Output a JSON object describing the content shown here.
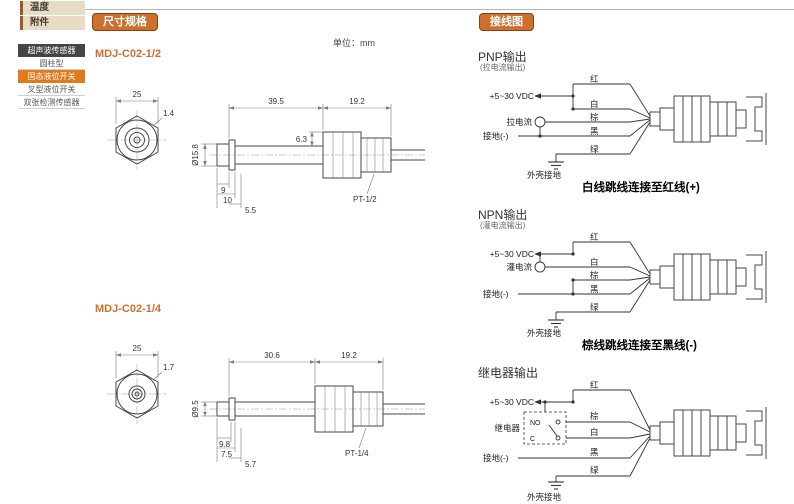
{
  "page": {
    "accent_orange": "#cf6f2d",
    "sidebar_active_orange": "#e07a1f",
    "tab_bg": "#e8dcc6"
  },
  "sidebar": {
    "tabs": [
      {
        "label": "温度"
      },
      {
        "label": "附件"
      }
    ],
    "items": [
      {
        "label": "超声波传感器"
      },
      {
        "label": "圆柱型"
      },
      {
        "label": "固态液位开关"
      },
      {
        "label": "叉型液位开关"
      },
      {
        "label": "双张检测传感器"
      }
    ]
  },
  "dims": {
    "badge": "尺寸规格",
    "unit": "单位：mm",
    "model1": {
      "title": "MDJ-C02-1/2",
      "d_width": "25",
      "d_lip": "1.4",
      "d_dia": "Ø15.8",
      "d_len1": "39.5",
      "d_h": "6.3",
      "d_len2": "19.2",
      "d_a": "9",
      "d_b": "10",
      "d_c": "5.5",
      "thread": "PT-1/2"
    },
    "model2": {
      "title": "MDJ-C02-1/4",
      "d_width": "25",
      "d_lip": "1.7",
      "d_dia": "Ø9.5",
      "d_len1": "30.6",
      "d_len2": "19.2",
      "d_a": "9.8",
      "d_b": "7.5",
      "d_c": "5.7",
      "thread": "PT-1/4"
    }
  },
  "wiring": {
    "badge": "接线图",
    "pnp": {
      "title": "PNP输出",
      "subtitle": "(拉电流输出)",
      "supply": "+5~30 VDC",
      "wire_red": "红",
      "wire_white": "白",
      "wire_brown": "棕",
      "wire_black": "黑",
      "wire_green": "绿",
      "current": "拉电流",
      "ground": "接地(-)",
      "shell": "外壳接地",
      "note": "白线跳线连接至红线(+)"
    },
    "npn": {
      "title": "NPN输出",
      "subtitle": "(灌电流输出)",
      "supply": "+5~30 VDC",
      "wire_red": "红",
      "wire_white": "白",
      "wire_brown": "棕",
      "wire_black": "黑",
      "wire_green": "绿",
      "current": "灌电流",
      "ground": "接地(-)",
      "shell": "外壳接地",
      "note": "棕线跳线连接至黑线(-)"
    },
    "relay": {
      "title": "继电器输出",
      "supply": "+5~30 VDC",
      "wire_red": "红",
      "wire_brown": "棕",
      "wire_white": "白",
      "wire_black": "黑",
      "wire_green": "绿",
      "relay_label": "继电器",
      "no_label": "NO",
      "c_label": "C",
      "ground": "接地(-)",
      "shell": "外壳接地"
    }
  }
}
